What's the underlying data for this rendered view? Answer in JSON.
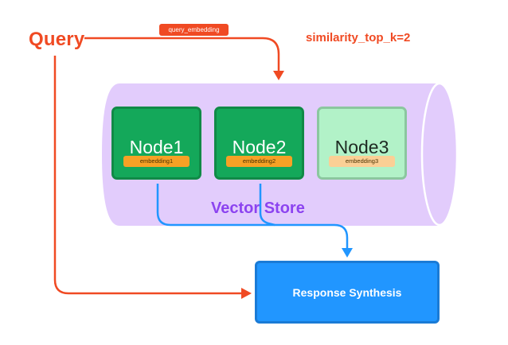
{
  "diagram": {
    "query": {
      "label": "Query"
    },
    "query_edge": {
      "label": "query_embedding"
    },
    "retrieval_param": {
      "label": "similarity_top_k=2"
    },
    "vector_store": {
      "label": "Vector Store",
      "nodes": [
        {
          "title": "Node1",
          "embedding": "embedding1",
          "retrieved": true
        },
        {
          "title": "Node2",
          "embedding": "embedding2",
          "retrieved": true
        },
        {
          "title": "Node3",
          "embedding": "embedding3",
          "retrieved": false
        }
      ]
    },
    "response_synthesis": {
      "label": "Response Synthesis"
    },
    "colors": {
      "query": "#f04a23",
      "store_fill": "#e2ccfc",
      "store_label": "#8c43f0",
      "node_retrieved": "#14a85a",
      "node_not_retrieved": "#b2f2c8",
      "embedding_retrieved": "#f7a125",
      "embedding_not_retrieved": "#fbcf95",
      "retrieval_arrows": "#2196ff",
      "synthesis": "#2196ff"
    }
  }
}
